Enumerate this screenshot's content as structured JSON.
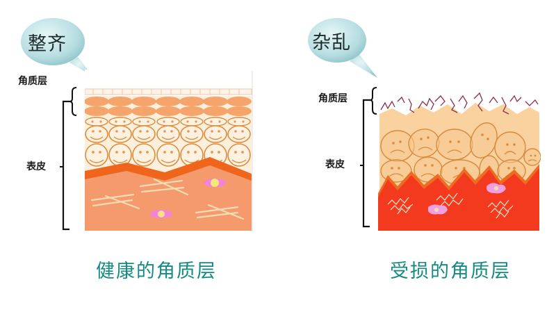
{
  "left_panel": {
    "bubble_label": "整齐",
    "layer_label_top": "角质层",
    "layer_label_epidermis": "表皮",
    "caption": "健康的角质层",
    "colors": {
      "stratum_cells": "#f5a56c",
      "cell_outline": "#e08a3c",
      "cell_fill": "#fbe8c8",
      "basal_band": "#f0651c",
      "dermis": "#f59a6c",
      "fibers": "#f2dcb4",
      "bubble": "#bfe3e6"
    }
  },
  "right_panel": {
    "bubble_label": "杂乱",
    "layer_label_top": "角质层",
    "layer_label_epidermis": "表皮",
    "caption": "受损的角质层",
    "colors": {
      "flakes": "#8a2d4a",
      "epidermis": "#f9d2a0",
      "cell_outline": "#d98a3c",
      "dermis": "#f33a1e",
      "fibers": "#fbe6d0",
      "bubble": "#bfe3e6"
    }
  },
  "caption_color": "#148a82"
}
